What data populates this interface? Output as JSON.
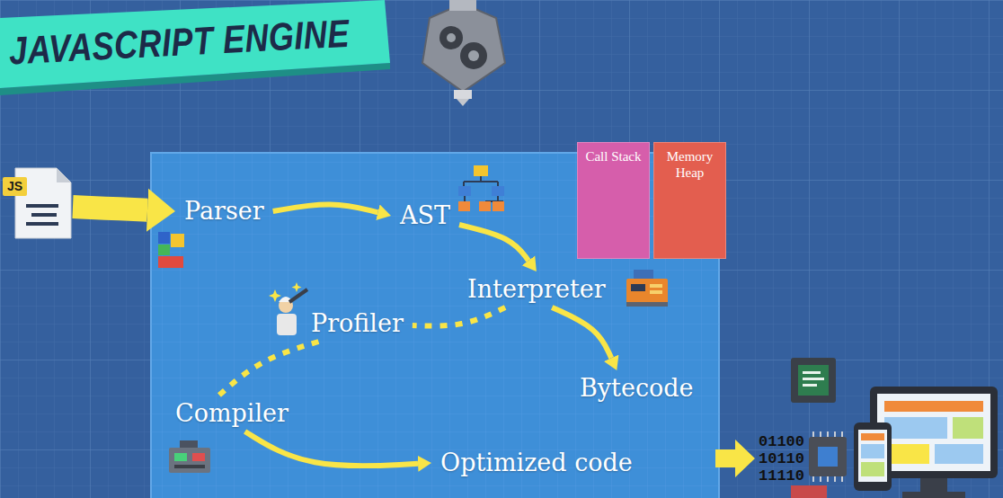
{
  "diagram": {
    "title": "JAVASCRIPT ENGINE",
    "nodes": [
      {
        "text": [
          "JS"
        ]
      },
      {
        "text": [
          "Parser"
        ]
      },
      {
        "text": [
          "AST"
        ]
      },
      {
        "text": [
          "Call Stack"
        ]
      },
      {
        "text": [
          "Memory Heap"
        ]
      },
      {
        "text": [
          "Interpreter"
        ]
      },
      {
        "text": [
          "Profiler"
        ]
      },
      {
        "text": [
          "Bytecode"
        ]
      },
      {
        "text": [
          "Compiler"
        ]
      },
      {
        "text": [
          "Optimized code"
        ]
      }
    ],
    "edges": [
      {
        "from": 0,
        "to": 1,
        "arrow": "to"
      },
      {
        "from": 1,
        "to": 2,
        "arrow": "to"
      },
      {
        "from": 2,
        "to": 5,
        "arrow": "to"
      },
      {
        "from": 5,
        "to": 7,
        "arrow": "to"
      },
      {
        "from": 5,
        "to": 6,
        "arrow": "none"
      },
      {
        "from": 6,
        "to": 8,
        "arrow": "none"
      },
      {
        "from": 8,
        "to": 9,
        "arrow": "to"
      }
    ],
    "labels": [
      "01100",
      "10110",
      "11110"
    ]
  }
}
